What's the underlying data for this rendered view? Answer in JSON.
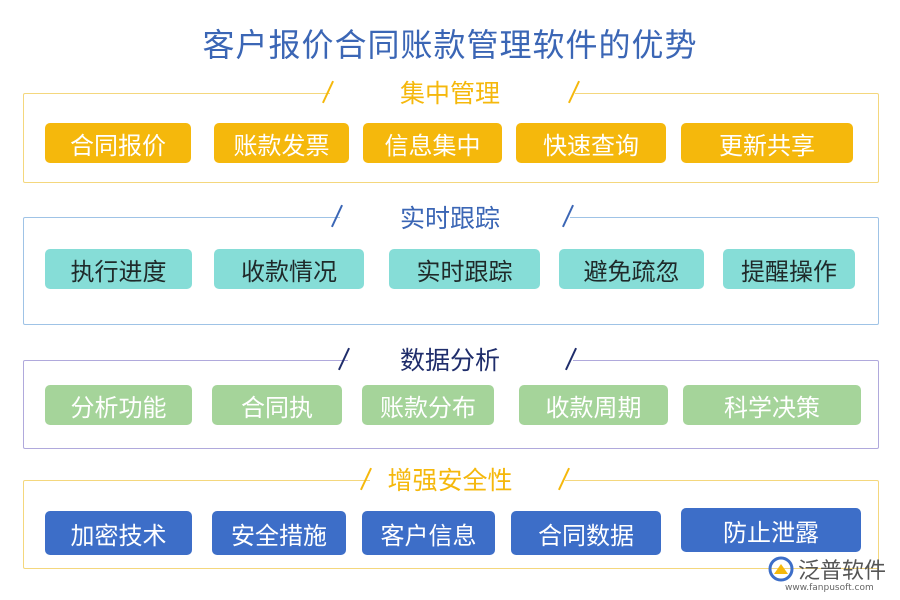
{
  "title": "客户报价合同账款管理软件的优势",
  "sections": [
    {
      "label": "集中管理",
      "items": [
        "合同报价",
        "账款发票",
        "信息集中",
        "快速查询",
        "更新共享"
      ]
    },
    {
      "label": "实时跟踪",
      "items": [
        "执行进度",
        "收款情况",
        "实时跟踪",
        "避免疏忽",
        "提醒操作"
      ]
    },
    {
      "label": "数据分析",
      "items": [
        "分析功能",
        "合同执",
        "账款分布",
        "收款周期",
        "科学决策"
      ]
    },
    {
      "label": "增强安全性",
      "items": [
        "加密技术",
        "安全措施",
        "客户信息",
        "合同数据",
        "防止泄露"
      ]
    }
  ],
  "colors": {
    "title": "#3b66b5",
    "section1": "#f5b80c",
    "section2": "#86ddd7",
    "section3": "#a5d49a",
    "section4": "#3d6ec8"
  },
  "logo": {
    "icon": "fanpu-logo-icon",
    "name": "泛普软件",
    "url": "www.fanpusoft.com"
  }
}
